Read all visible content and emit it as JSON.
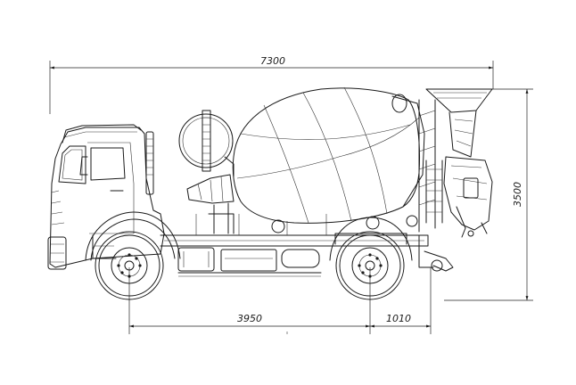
{
  "dimensions": {
    "overall_length": "7300",
    "overall_height": "3500",
    "wheelbase": "3950",
    "rear_overhang": "1010"
  },
  "colors": {
    "line": "#1a1a1a",
    "background": "#ffffff"
  }
}
